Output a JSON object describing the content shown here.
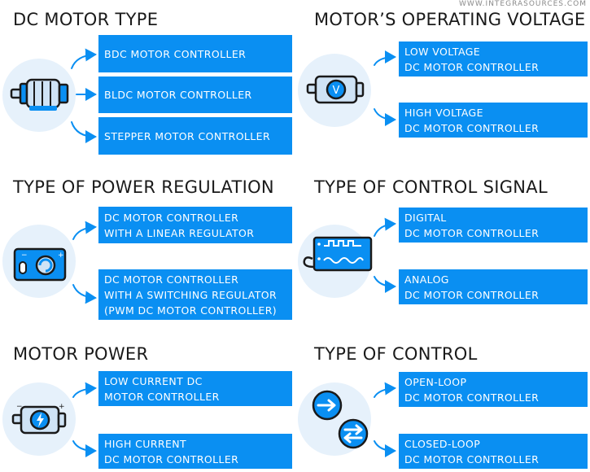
{
  "watermark": "WWW.INTEGRASOURCES.COM",
  "colors": {
    "accent": "#0a8ff2",
    "dark": "#1a1a1a",
    "circle": "#e6f1fb"
  },
  "sections": [
    {
      "title": "DC MOTOR TYPE",
      "icon": "dc-motor-icon",
      "items": [
        "BDC MOTOR CONTROLLER",
        "BLDC MOTOR CONTROLLER",
        "STEPPER MOTOR CONTROLLER"
      ]
    },
    {
      "title": "MOTOR’S OPERATING VOLTAGE",
      "icon": "voltage-motor-icon",
      "items": [
        "LOW VOLTAGE\nDC MOTOR CONTROLLER",
        "HIGH VOLTAGE\nDC MOTOR CONTROLLER"
      ]
    },
    {
      "title": "TYPE OF POWER REGULATION",
      "icon": "power-regulator-icon",
      "items": [
        "DC MOTOR CONTROLLER\nWITH A LINEAR REGULATOR",
        "DC MOTOR CONTROLLER\nWITH A SWITCHING REGULATOR\n(PWM DC MOTOR CONTROLLER)"
      ]
    },
    {
      "title": "TYPE OF CONTROL SIGNAL",
      "icon": "signal-monitor-icon",
      "items": [
        "DIGITAL\nDC MOTOR CONTROLLER",
        "ANALOG\nDC MOTOR CONTROLLER"
      ]
    },
    {
      "title": "MOTOR POWER",
      "icon": "power-motor-icon",
      "items": [
        "LOW CURRENT DC\nMOTOR CONTROLLER",
        "HIGH CURRENT\nDC MOTOR CONTROLLER"
      ]
    },
    {
      "title": "TYPE OF CONTROL",
      "icon": "control-arrows-icon",
      "items": [
        "OPEN-LOOP\nDC MOTOR CONTROLLER",
        "CLOSED-LOOP\nDC MOTOR CONTROLLER"
      ]
    }
  ]
}
